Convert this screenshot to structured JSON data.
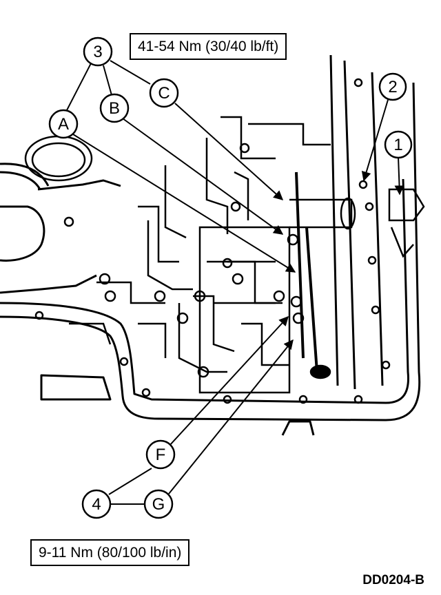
{
  "torque_top": "41-54 Nm (30/40 lb/ft)",
  "torque_bottom": "9-11 Nm (80/100 lb/in)",
  "diagram_code": "DD0204-B",
  "callouts": {
    "c1": "1",
    "c2": "2",
    "c3": "3",
    "c4": "4",
    "cA": "A",
    "cB": "B",
    "cC": "C",
    "cF": "F",
    "cG": "G"
  }
}
